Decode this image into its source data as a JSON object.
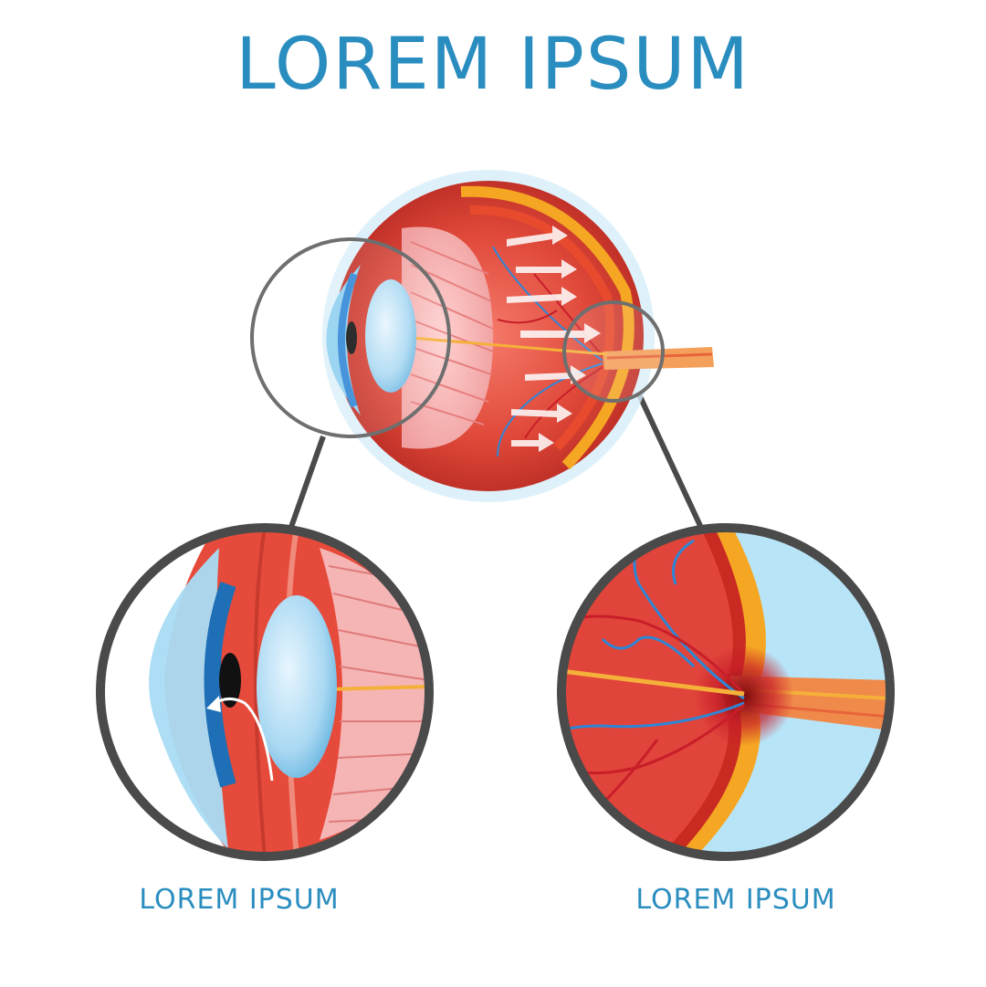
{
  "title": "LOREM IPSUM",
  "captions": {
    "left": "LOREM IPSUM",
    "right": "LOREM IPSUM"
  },
  "colors": {
    "accent": "#2a8dbf",
    "frame": "#4a4a4a",
    "tissue": "#d9412f",
    "sclera_band": "#f5a623",
    "lens": "#a9d8f2",
    "cornea": "#8fd0f0",
    "vessel_blue": "#2f86d6",
    "vessel_red": "#c81e2a"
  },
  "icons": {
    "eye": "eye-cross-section",
    "magnifier_left": "magnifier-ring",
    "magnifier_right": "magnifier-ring"
  }
}
